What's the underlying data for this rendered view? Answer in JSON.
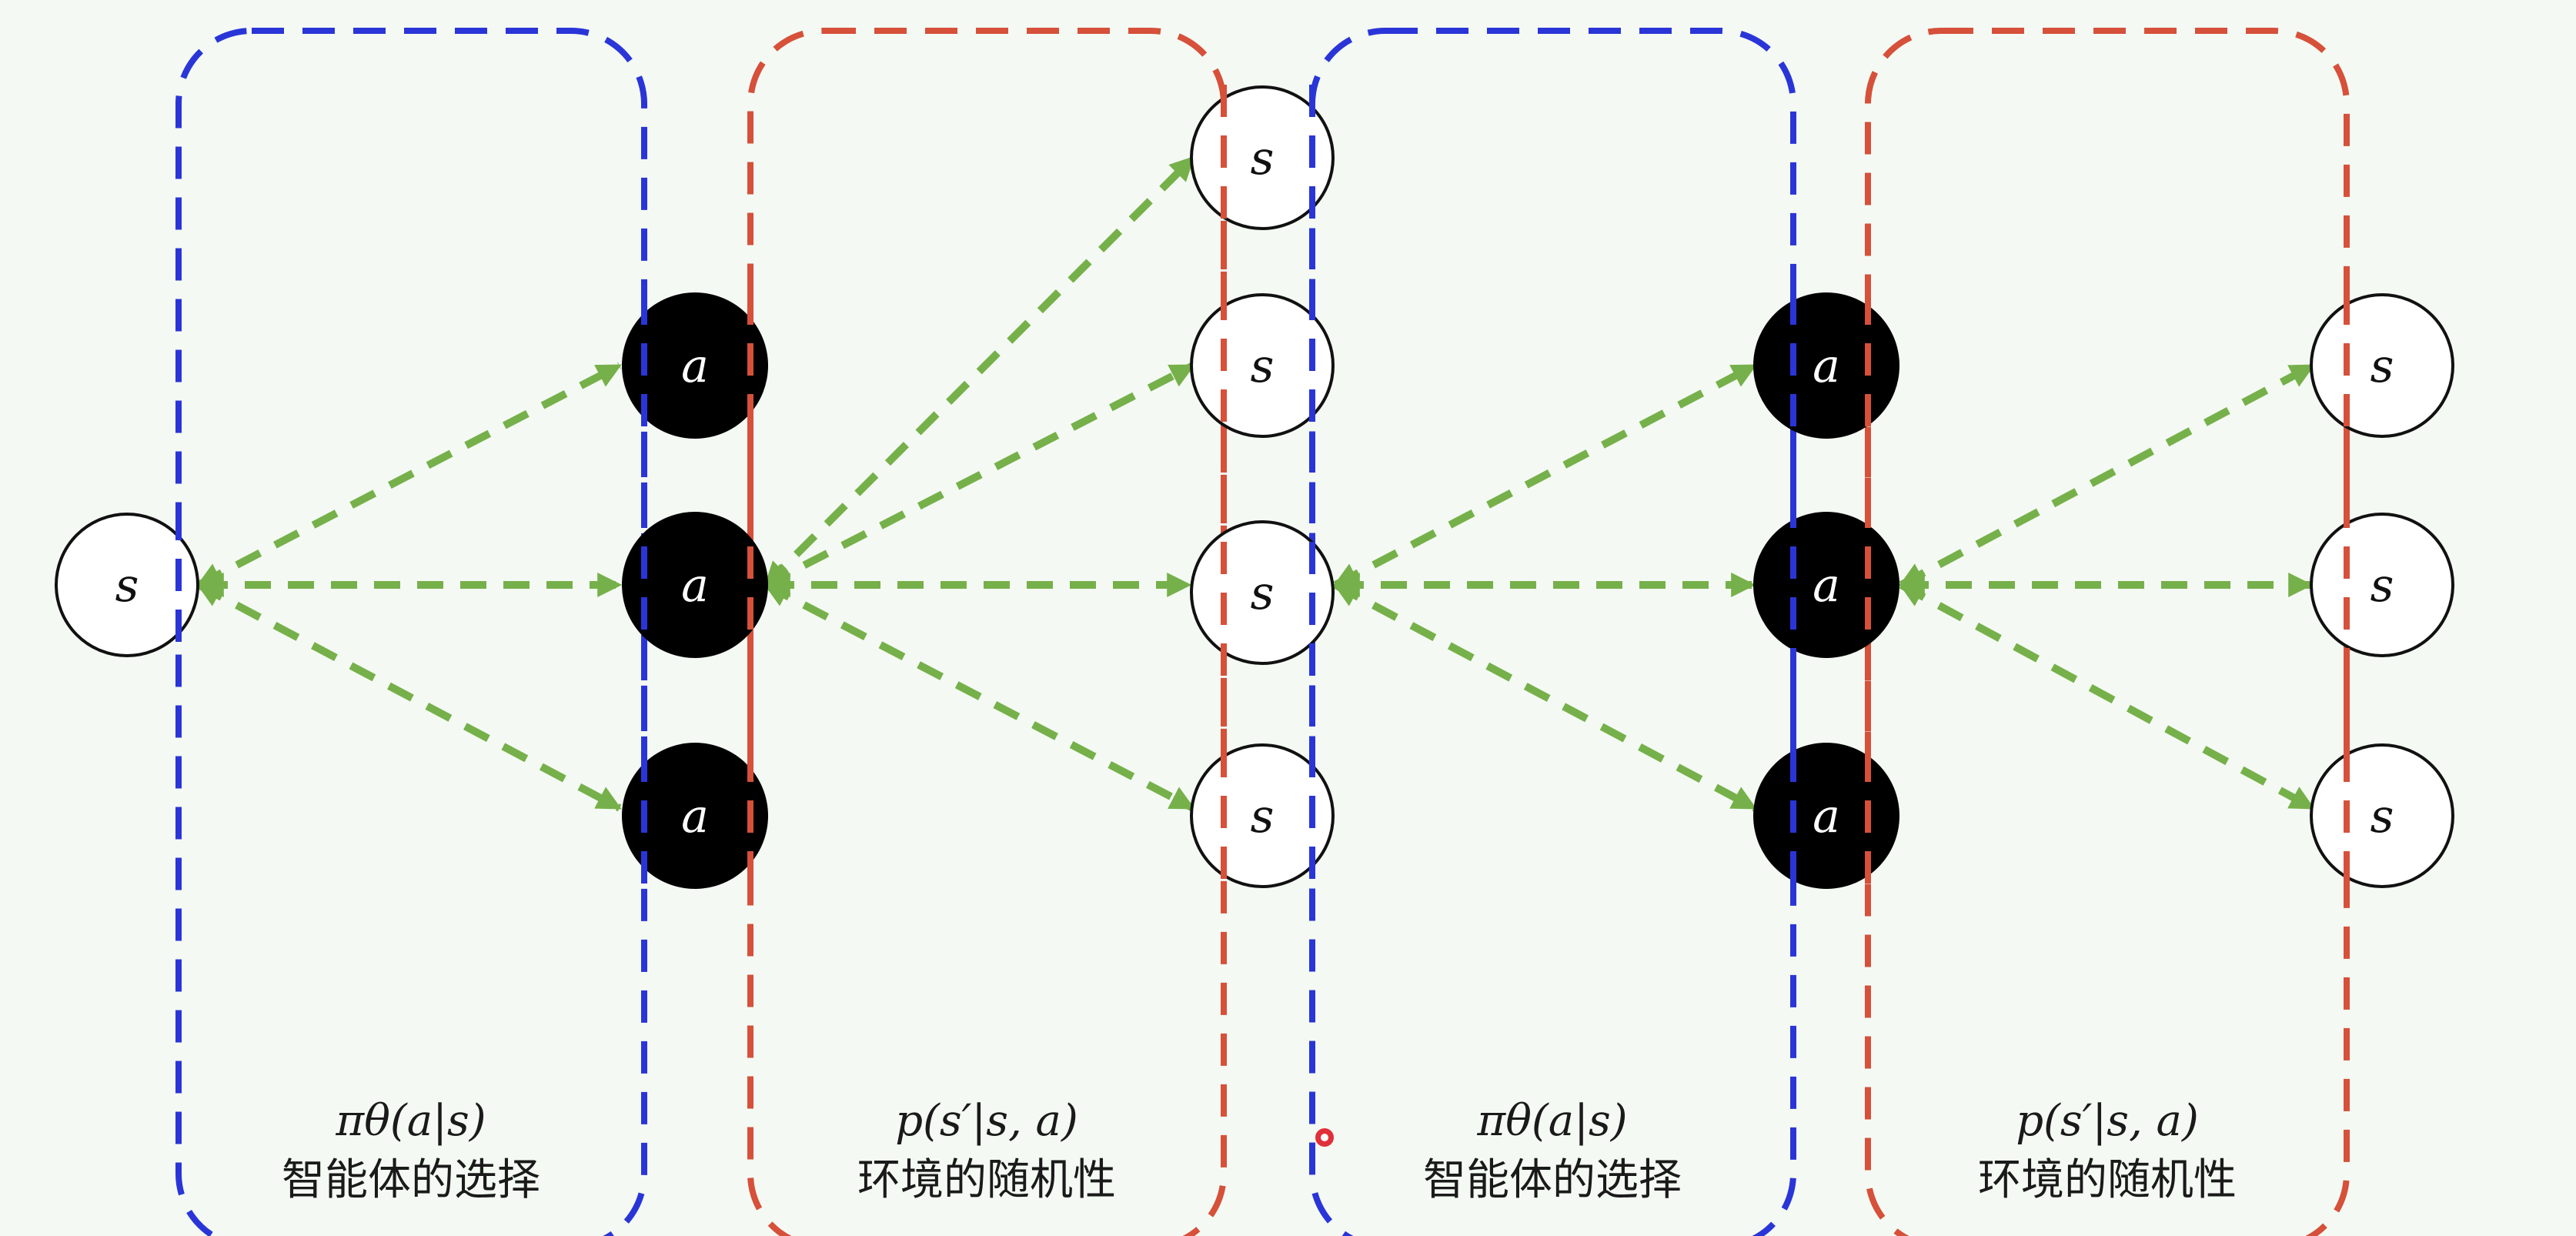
{
  "colors": {
    "background": "#f4faf3",
    "agent_box": "#2a35d8",
    "env_box": "#d6503a",
    "arrow": "#76b04a",
    "action_node": "#000000",
    "state_node_fill": "#ffffff",
    "state_node_stroke": "#111111",
    "marker_dot": "#e0303a"
  },
  "node_labels": {
    "state": "s",
    "action": "a"
  },
  "panels": [
    {
      "kind": "agent",
      "formula": "πθ(a|s)",
      "caption": "智能体的选择"
    },
    {
      "kind": "env",
      "formula": "p(s′|s, a)",
      "caption": "环境的随机性"
    },
    {
      "kind": "agent",
      "formula": "πθ(a|s)",
      "caption": "智能体的选择"
    },
    {
      "kind": "env",
      "formula": "p(s′|s, a)",
      "caption": "环境的随机性"
    }
  ]
}
